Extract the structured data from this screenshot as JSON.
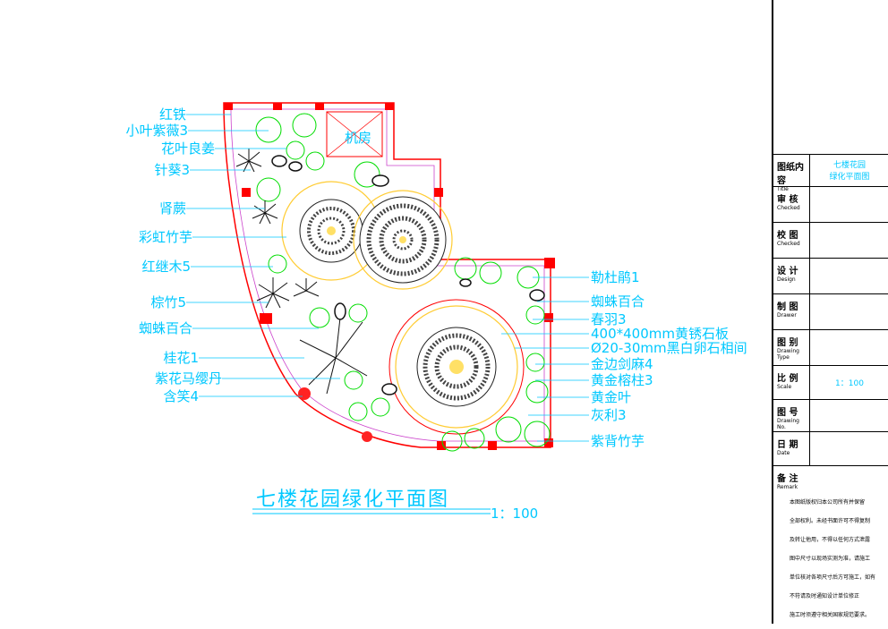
{
  "drawing": {
    "title": "七楼花园绿化平面图",
    "scale": "1：100",
    "machine_room": "机房"
  },
  "labels_left": [
    "红铁",
    "小叶紫薇3",
    "花叶良姜",
    "针葵3",
    "肾蕨",
    "彩虹竹芋",
    "红继木5",
    "棕竹5",
    "蜘蛛百合",
    "桂花1",
    "紫花马缨丹",
    "含笑4"
  ],
  "labels_right": [
    "勒杜鹃1",
    "蜘蛛百合",
    "春羽3",
    "400*400mm黄锈石板",
    "Ø20-30mm黑白卵石相间",
    "金边剑麻4",
    "黄金榕柱3",
    "黄金叶",
    "灰利3",
    "紫背竹芋"
  ],
  "title_block": {
    "rows": [
      {
        "key": "图纸内容",
        "key_en": "Title",
        "value": "七楼花园\n绿化平面图"
      },
      {
        "key": "审 核",
        "key_en": "Checked",
        "value": ""
      },
      {
        "key": "校 图",
        "key_en": "Checked",
        "value": ""
      },
      {
        "key": "设 计",
        "key_en": "Design",
        "value": ""
      },
      {
        "key": "制 图",
        "key_en": "Drawer",
        "value": ""
      },
      {
        "key": "图 别",
        "key_en": "Drawing Type",
        "value": ""
      },
      {
        "key": "比 例",
        "key_en": "Scale",
        "value": "1：100"
      },
      {
        "key": "图 号",
        "key_en": "Drawing No.",
        "value": ""
      },
      {
        "key": "日 期",
        "key_en": "Date",
        "value": ""
      }
    ],
    "remark_title": "备 注",
    "remark_title_en": "Remark",
    "remark_lines": [
      "本图纸版权归本公司所有并保留",
      "全部权利。未经书面许可不得复制",
      "及转让他用，不得以任何方式泄露",
      "图中尺寸以现场实测为准，请施工",
      "单位核对各项尺寸后方可施工，如有",
      "不符请及时通知设计单位修正",
      "施工时须遵守相关国家规范要求。"
    ]
  },
  "colors": {
    "label": "#00c8ff",
    "wall": "#ff0000",
    "plant": "#00dd00",
    "paving": "#ffcc33",
    "pebble": "#222222",
    "lawn_edge": "#cc44cc"
  }
}
